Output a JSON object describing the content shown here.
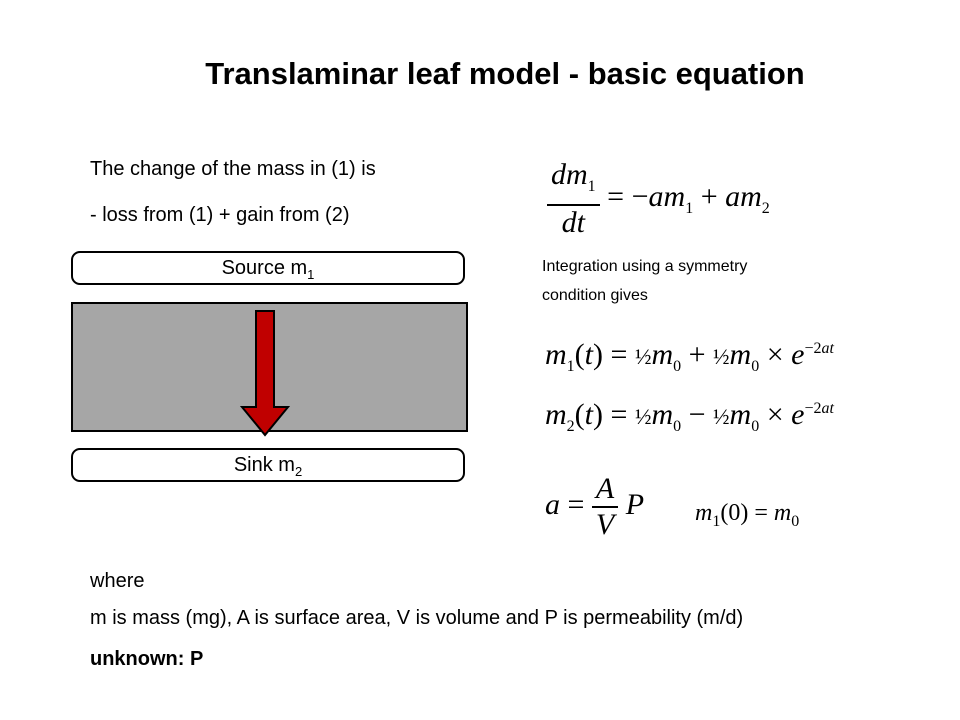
{
  "title": "Translaminar leaf model - basic equation",
  "intro": {
    "line1": "The change of the mass in (1) is",
    "line2": "- loss from (1) + gain from (2)"
  },
  "diagram": {
    "source_label": "Source m",
    "source_sub": "1",
    "sink_label": "Sink m",
    "sink_sub": "2",
    "leaf_color": "#a6a6a6",
    "arrow_color": "#c00000"
  },
  "integration_note": {
    "line1": "Integration using a symmetry",
    "line2": "condition gives"
  },
  "footer": {
    "where": "where",
    "definitions": "m is mass (mg), A is surface area, V is volume and P is permeability (m/d)",
    "unknown": "unknown: P"
  }
}
